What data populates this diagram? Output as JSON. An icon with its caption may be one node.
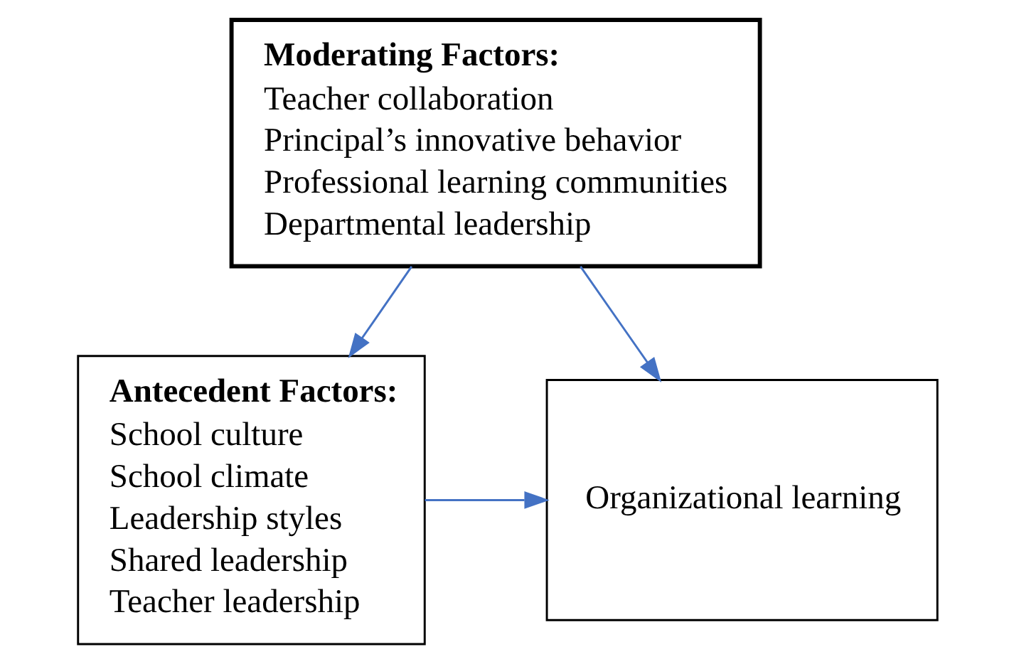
{
  "diagram": {
    "nodes": [
      {
        "text": [
          "Moderating Factors:",
          "Teacher collaboration",
          "Principal’s innovative behavior",
          "Professional learning communities",
          "Departmental leadership"
        ]
      },
      {
        "text": [
          "Antecedent Factors:",
          "School culture",
          "School climate",
          "Leadership styles",
          "Shared leadership",
          "Teacher leadership"
        ]
      },
      {
        "text": [
          "Organizational learning"
        ]
      }
    ],
    "edges": [
      {
        "from": 0,
        "to": 1,
        "arrow": "to"
      },
      {
        "from": 0,
        "to": 2,
        "arrow": "to"
      },
      {
        "from": 1,
        "to": 2,
        "arrow": "to"
      }
    ]
  }
}
